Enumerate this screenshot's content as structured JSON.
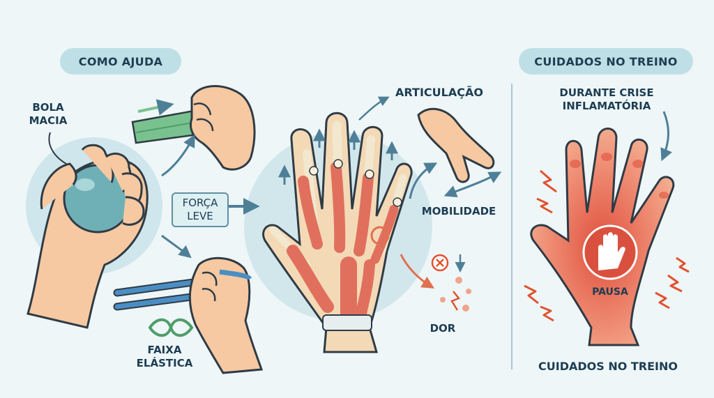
{
  "left": {
    "header": "COMO AJUDA",
    "ball_line1": "BOLA",
    "ball_line2": "MACIA",
    "force_line1": "FORÇA",
    "force_line2": "LEVE",
    "band_line1": "FAIXA",
    "band_line2": "ELÁSTICA"
  },
  "center": {
    "joint": "ARTICULAÇÃO",
    "mobility": "MOBILIDADE",
    "pain": "DOR"
  },
  "right": {
    "header": "CUIDADOS NO TREINO",
    "crisis_line1": "DURANTE CRISE",
    "crisis_line2": "INFLAMATÓRIA",
    "pause": "PAUSA",
    "footer": "CUIDADOS NO TREINO"
  },
  "colors": {
    "background": "#eef6f8",
    "pill": "#bfdfe6",
    "arrow": "#4e7f97",
    "skin": "#f6c9a2",
    "muscle": "#e0705d",
    "inflamed": "#e86b55",
    "bolt": "#e0532f",
    "ball": "#6fb0b6",
    "band_green": "#79c28f",
    "band_blue": "#4b8ec4"
  }
}
